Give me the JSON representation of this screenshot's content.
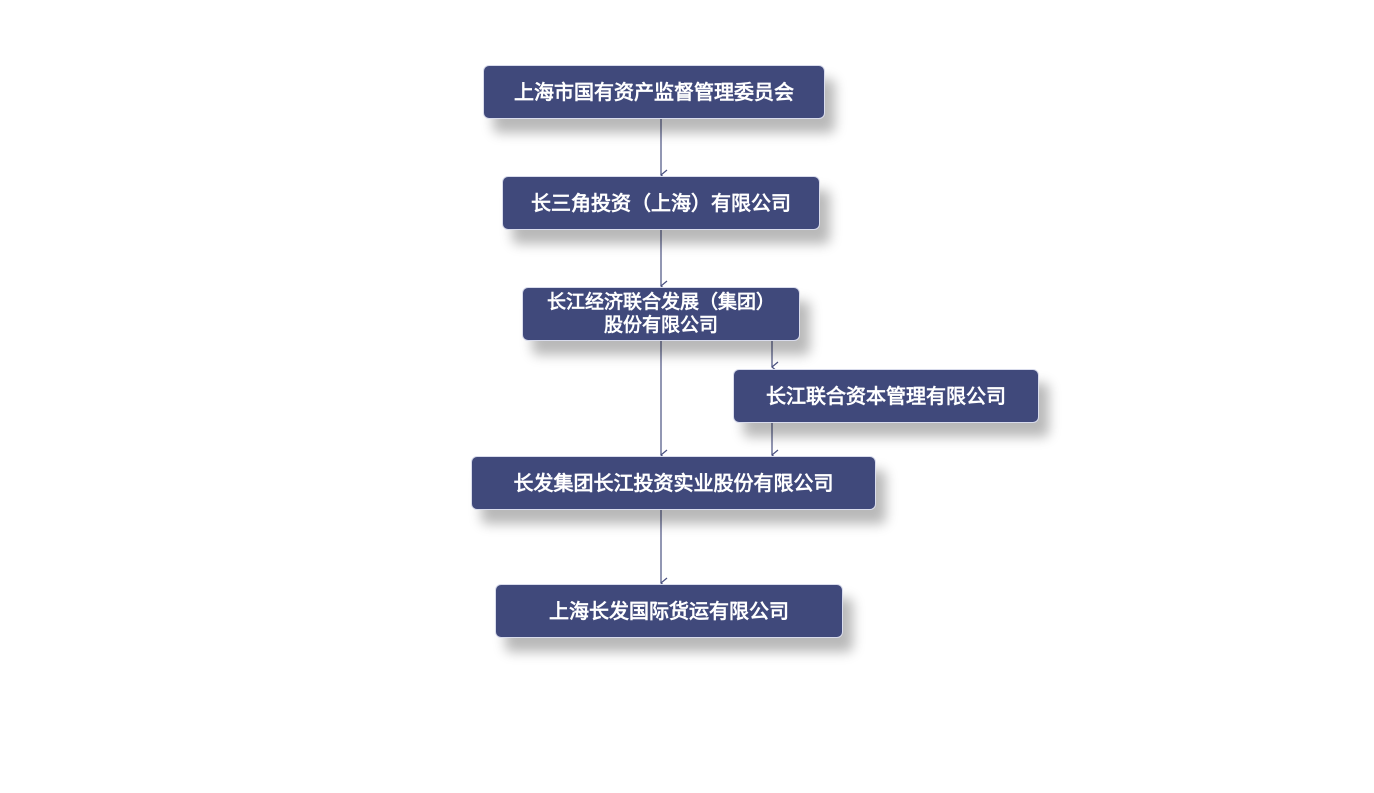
{
  "diagram": {
    "nodes": [
      {
        "id": "sasac",
        "lines": [
          "上海市国有资产监督管理委员会"
        ]
      },
      {
        "id": "csj",
        "lines": [
          "长三角投资（上海）有限公司"
        ]
      },
      {
        "id": "cjjj",
        "lines": [
          "长江经济联合发展（集团）",
          "股份有限公司"
        ]
      },
      {
        "id": "cjlh",
        "lines": [
          "长江联合资本管理有限公司"
        ]
      },
      {
        "id": "cfjt",
        "lines": [
          "长发集团长江投资实业股份有限公司"
        ]
      },
      {
        "id": "shcf",
        "lines": [
          "上海长发国际货运有限公司"
        ]
      }
    ],
    "edges": [
      {
        "from": "sasac",
        "to": "csj"
      },
      {
        "from": "csj",
        "to": "cjjj"
      },
      {
        "from": "cjjj",
        "to": "cfjt"
      },
      {
        "from": "cjjj",
        "to": "cjlh"
      },
      {
        "from": "cjlh",
        "to": "cfjt"
      },
      {
        "from": "cfjt",
        "to": "shcf"
      }
    ],
    "colors": {
      "node_fill": "#40497b",
      "node_text": "#ffffff",
      "connector": "#4a5180"
    }
  }
}
